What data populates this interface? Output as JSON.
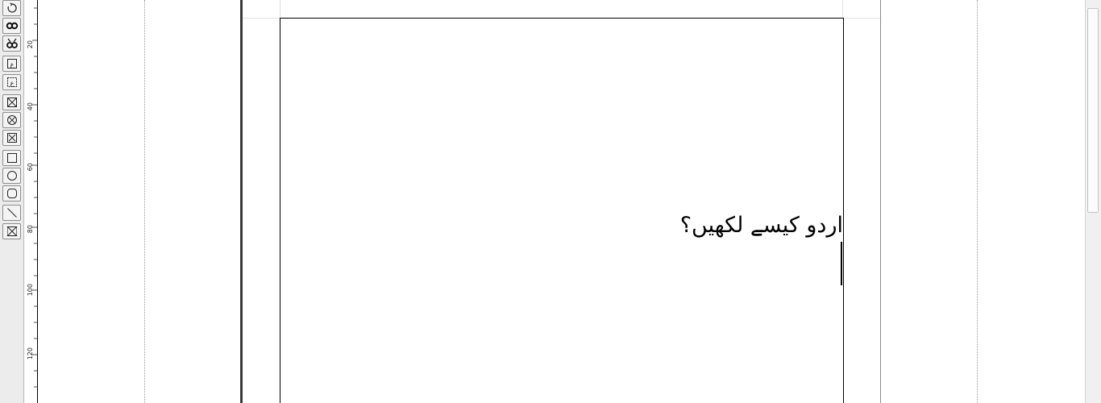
{
  "toolbox": {
    "tools": [
      {
        "id": "rotate",
        "icon": "rotate-icon"
      },
      {
        "id": "link-frames",
        "icon": "link-frames-icon"
      },
      {
        "id": "unlink-frames",
        "icon": "unlink-frames-icon"
      },
      {
        "id": "edit-contents",
        "icon": "edit-contents-icon"
      },
      {
        "id": "edit-text",
        "icon": "edit-text-icon"
      },
      {
        "id": "image-frame",
        "icon": "image-frame-icon"
      },
      {
        "id": "render-frame",
        "icon": "render-frame-icon"
      },
      {
        "id": "table",
        "icon": "table-icon"
      },
      {
        "id": "rectangle",
        "icon": "rectangle-icon"
      },
      {
        "id": "ellipse",
        "icon": "ellipse-icon"
      },
      {
        "id": "rounded-shape",
        "icon": "rounded-rectangle-icon"
      },
      {
        "id": "line",
        "icon": "line-icon"
      },
      {
        "id": "polygon-frame",
        "icon": "polygon-frame-icon"
      }
    ]
  },
  "ruler": {
    "labels": [
      "20",
      "40",
      "60",
      "80",
      "100",
      "120"
    ]
  },
  "document": {
    "text_frame_content": "اردو کیسے لکھیں؟"
  },
  "colors": {
    "toolbox_bg": "#ececec",
    "page_edge": "#3a3a3a",
    "frame_border": "#000000",
    "guide": "#9a9a9a"
  }
}
